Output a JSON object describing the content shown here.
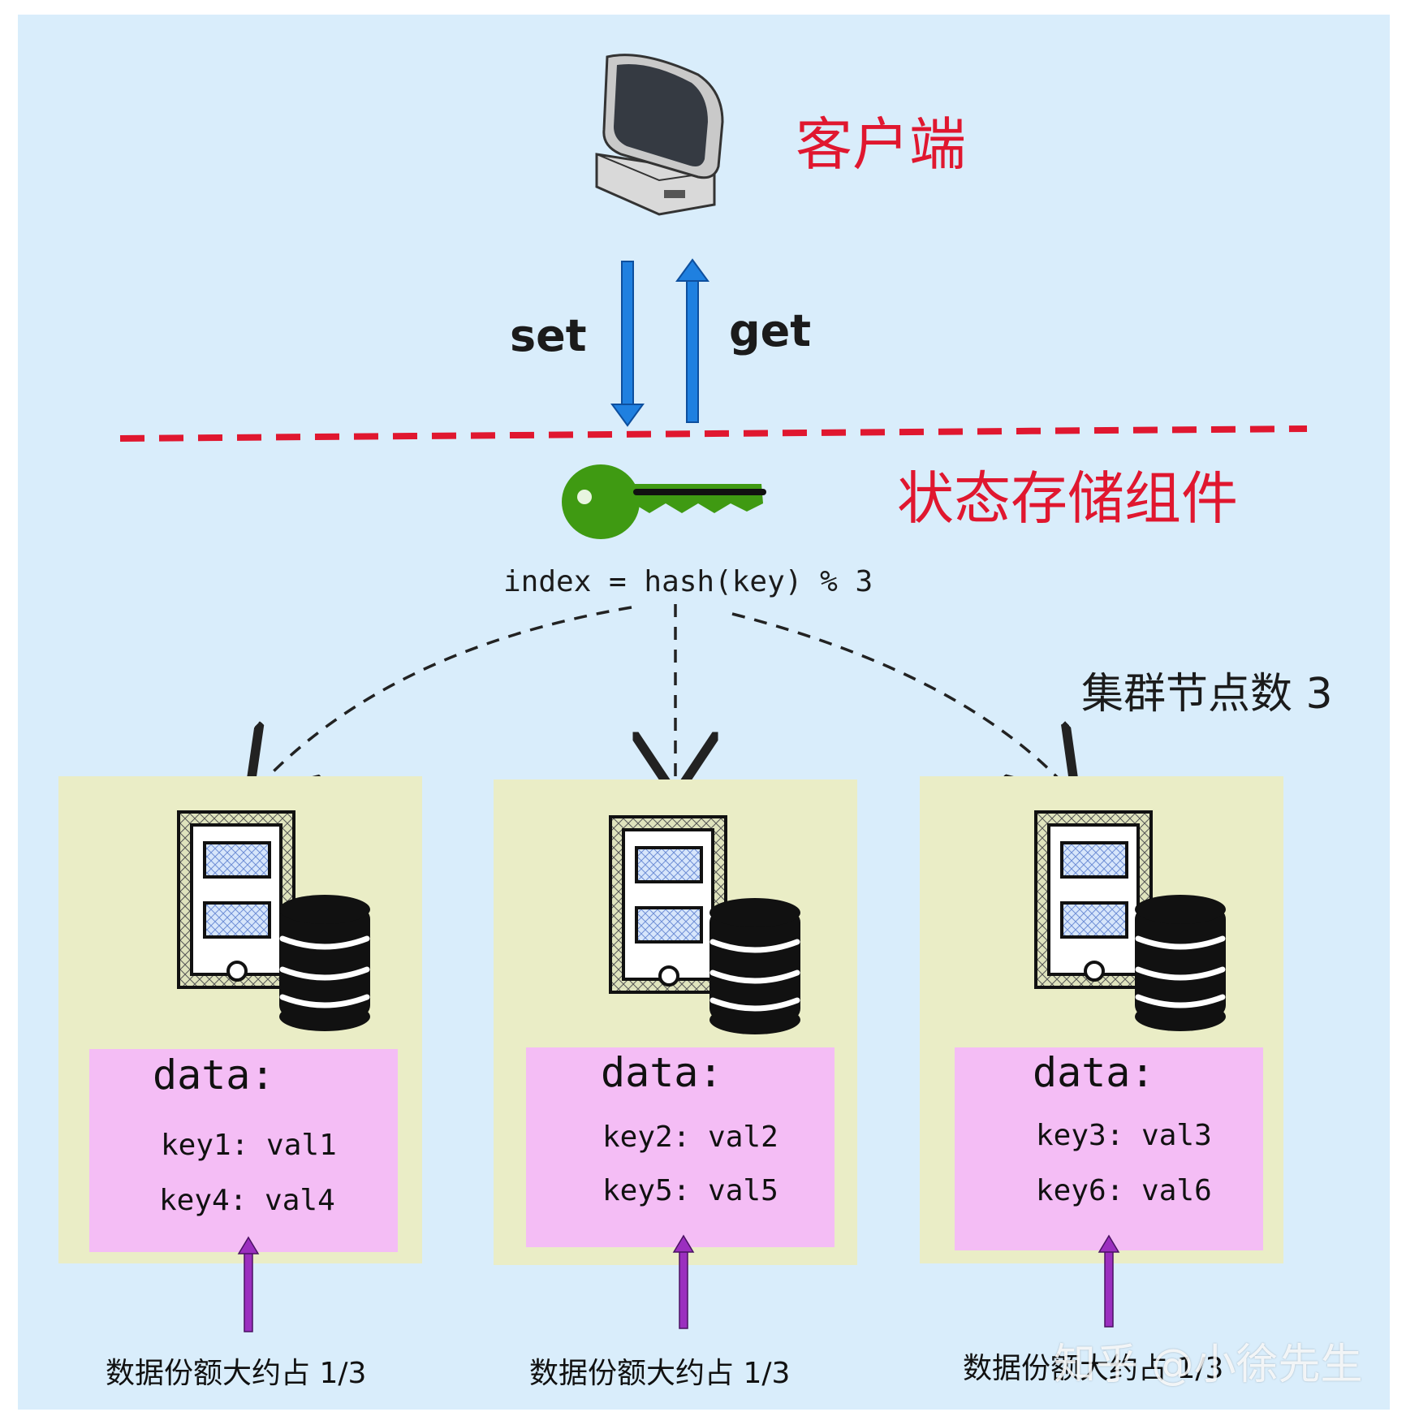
{
  "client": {
    "label": "客户端"
  },
  "arrows": {
    "set": "set",
    "get": "get"
  },
  "component": {
    "label": "状态存储组件"
  },
  "formula": "index = hash(key) % 3",
  "cluster": {
    "label": "集群节点数 3"
  },
  "nodes": [
    {
      "title": "data:",
      "entries": [
        "key1: val1",
        "key4: val4"
      ],
      "quota": "数据份额大约占 1/3"
    },
    {
      "title": "data:",
      "entries": [
        "key2: val2",
        "key5: val5"
      ],
      "quota": "数据份额大约占 1/3"
    },
    {
      "title": "data:",
      "entries": [
        "key3: val3",
        "key6: val6"
      ],
      "quota": "数据份额大约占 1/3"
    }
  ],
  "watermark": "知乎 @小徐先生",
  "colors": {
    "background": "#d9edfb",
    "accent_red": "#e0172f",
    "arrow_blue": "#1f80e0",
    "key_green": "#3f9a12",
    "node_box": "#eaedc6",
    "data_box": "#f4bdf5",
    "purple_arrow": "#9b2fbf"
  },
  "icons": [
    "monitor-icon",
    "key-icon",
    "server-icon",
    "database-icon"
  ]
}
